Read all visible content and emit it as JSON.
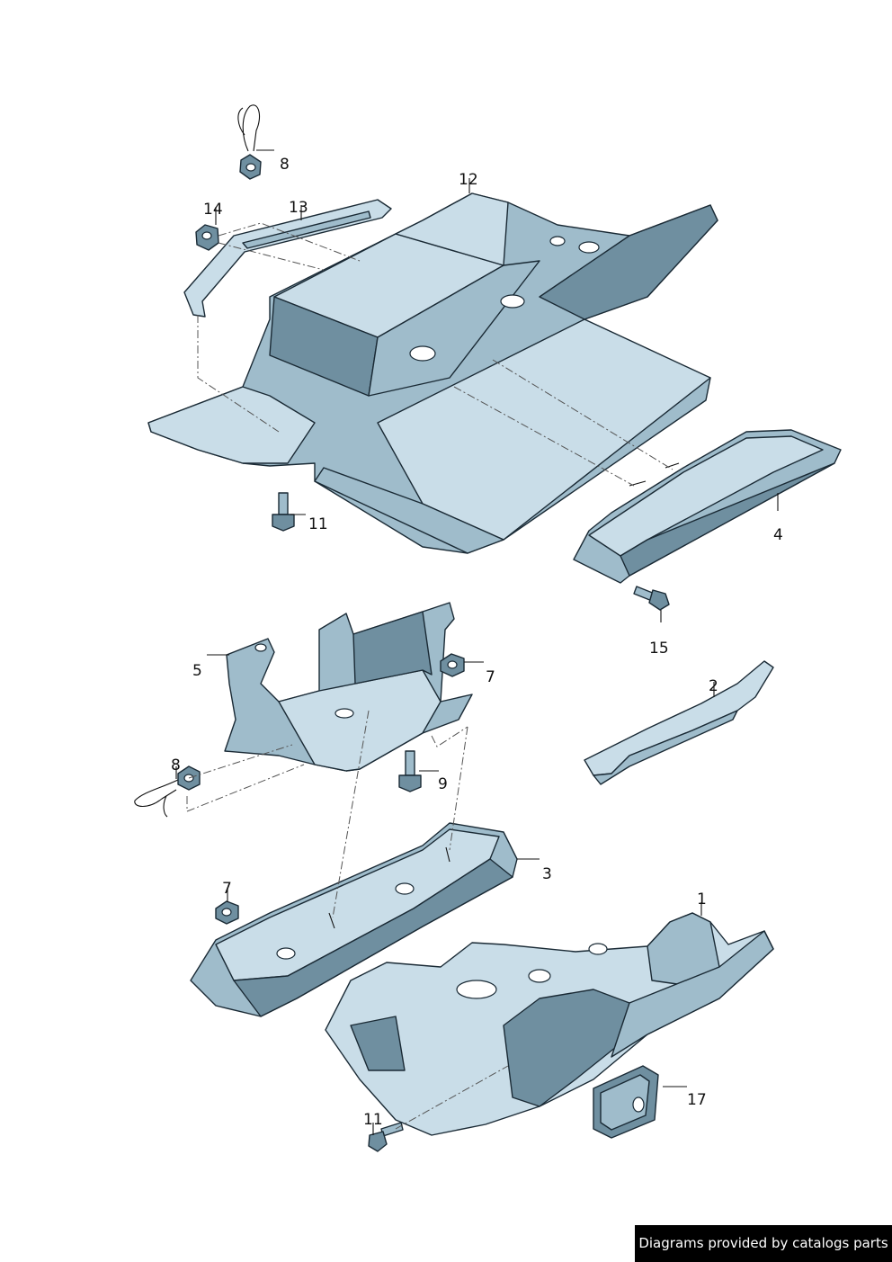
{
  "callouts": {
    "c8_top": "8",
    "c14": "14",
    "c13": "13",
    "c12": "12",
    "c11_top": "11",
    "c4": "4",
    "c15": "15",
    "c5": "5",
    "c7_mid": "7",
    "c2": "2",
    "c8_mid": "8",
    "c9": "9",
    "c3": "3",
    "c7_low": "7",
    "c1": "1",
    "c17": "17",
    "c11_low": "11"
  },
  "credit": "Diagrams provided by catalogs parts",
  "colors": {
    "part_light": "#c9dde8",
    "part_mid": "#9fbccb",
    "part_dark": "#6f8fa0",
    "outline": "#1a2a35"
  }
}
